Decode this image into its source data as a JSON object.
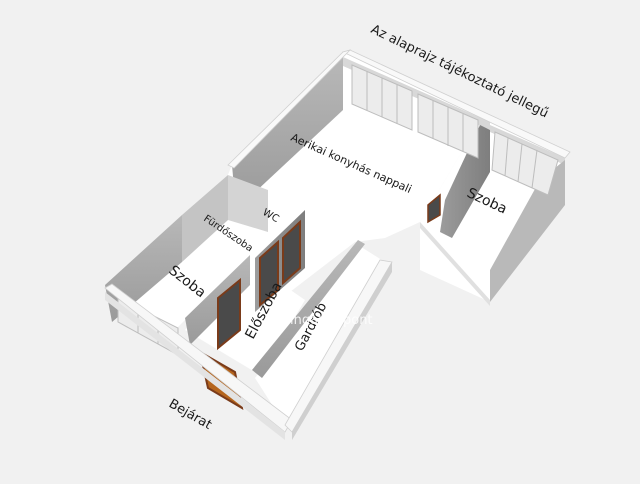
{
  "notice": "Az alaprajz tájékoztató jellegű",
  "rooms": {
    "living": "Aerikai konyhás nappali",
    "room_right": "Szoba",
    "room_left": "Szoba",
    "bathroom": "Fürdőszoba",
    "wc": "WC",
    "hall": "Előszoba",
    "wardrobe": "Gardrób"
  },
  "entrance": "Bejárat",
  "watermark": "ingatlanpont",
  "colors": {
    "background": "#f1f1f1",
    "floor": "#ffffff",
    "wall_top": "#ffffff",
    "wall_front": "#a9a9a9",
    "wall_side": "#8c8c8c",
    "door": "#b5651d",
    "door_frame": "#7a3b1a"
  }
}
